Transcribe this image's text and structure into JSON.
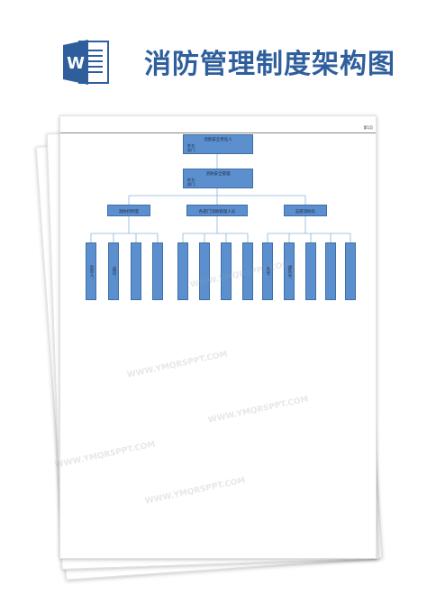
{
  "header": {
    "title": "消防管理制度架构图",
    "icon": "word-document-icon",
    "icon_color": "#2e5f9c"
  },
  "document": {
    "page_label": "第1页",
    "chart": {
      "root": {
        "title": "消防安全责任人",
        "field1": "姓名:",
        "field2": "部门:"
      },
      "level2": {
        "title": "消防安全管理",
        "field1": "姓名:",
        "field2": "部门:"
      },
      "level3": [
        {
          "title": "消防控制室"
        },
        {
          "title": "各部门消防管理人员"
        },
        {
          "title": "志愿消防队"
        }
      ],
      "leaves": [
        "负责人：",
        "成员：",
        "",
        "",
        "",
        "",
        "",
        "",
        "队长：",
        "副队长：",
        "",
        ""
      ]
    },
    "box_color": "#5b8fce",
    "line_color": "#8ab4dc"
  },
  "watermark_text": "WWW.YMQRSPPT.COM"
}
